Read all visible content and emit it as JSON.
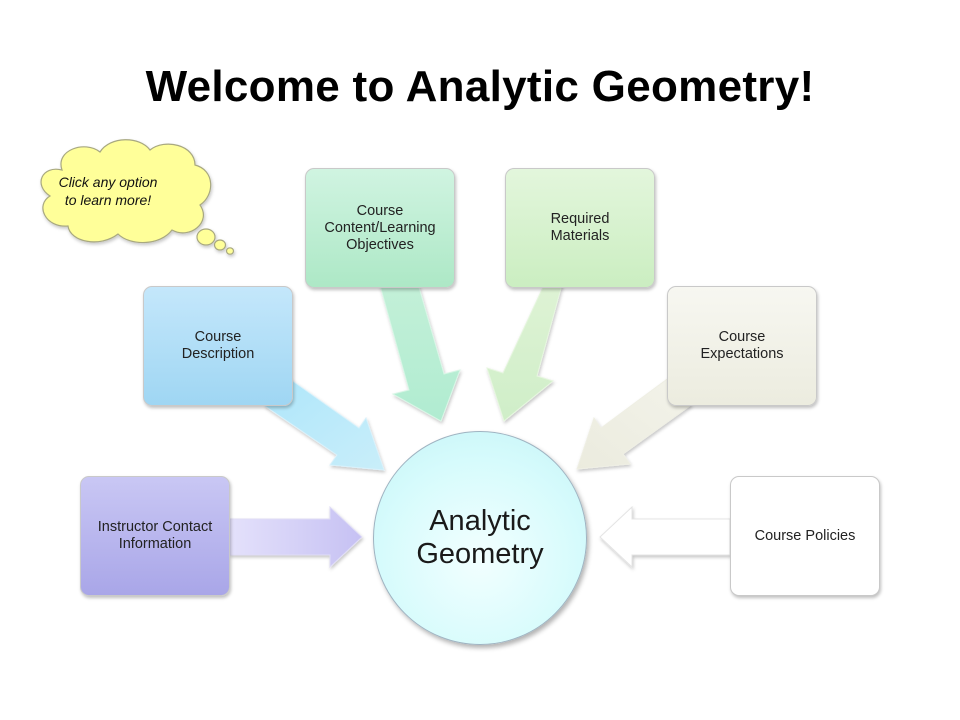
{
  "slide": {
    "title": "Welcome to Analytic Geometry!",
    "hint": "Click any option\nto learn more!"
  },
  "center": {
    "label": "Analytic\nGeometry"
  },
  "options": {
    "instructor_contact": "Instructor Contact\nInformation",
    "course_description": "Course\nDescription",
    "course_content": "Course\nContent/Learning\nObjectives",
    "required_materials": "Required\nMaterials",
    "course_expectations": "Course\nExpectations",
    "course_policies": "Course Policies"
  },
  "colors": {
    "instructor_contact": "#b9b6ee",
    "course_description": "#b2ddf7",
    "course_content": "#bfeed4",
    "required_materials": "#d6f0cd",
    "course_expectations": "#f1f1e9",
    "course_policies": "#ffffff",
    "hint_bubble": "#ffff99"
  }
}
